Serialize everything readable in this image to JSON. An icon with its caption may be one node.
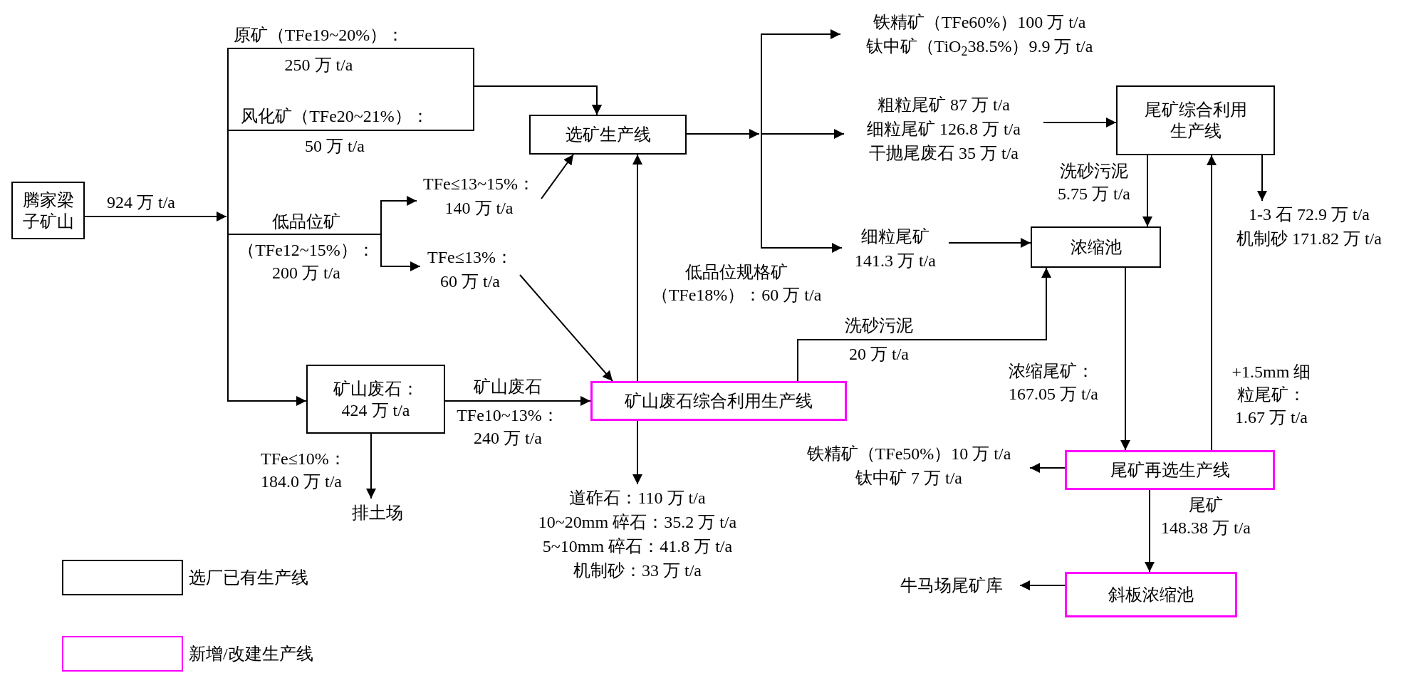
{
  "diagram": {
    "nodes": [
      {
        "text": [
          "腾家梁子矿山"
        ]
      },
      {
        "text": [
          "选矿生产线"
        ]
      },
      {
        "text": [
          "矿山废石：",
          "424 万 t/a"
        ]
      },
      {
        "text": [
          "矿山废石综合利用生产线"
        ]
      },
      {
        "text": [
          "尾矿综合利用生产线"
        ]
      },
      {
        "text": [
          "浓缩池"
        ]
      },
      {
        "text": [
          "尾矿再选生产线"
        ]
      },
      {
        "text": [
          "斜板浓缩池"
        ]
      },
      {
        "text": [
          "TFe≤13~15%：",
          "140 万 t/a"
        ]
      },
      {
        "text": [
          "TFe≤13%：",
          "60 万 t/a"
        ]
      },
      {
        "text": [
          "排土场"
        ]
      },
      {
        "text": [
          "道砟石：110 万 t/a",
          "10~20mm 碎石：35.2 万 t/a",
          "5~10mm 碎石：41.8 万 t/a",
          "机制砂：33 万 t/a"
        ]
      },
      {
        "text": [
          "铁精矿（TFe60%）100 万 t/a",
          "钛中矿（TiO$_{2}$38.5%）9.9 万 t/a"
        ]
      },
      {
        "text": [
          "粗粒尾矿 87 万 t/a",
          "细粒尾矿 126.8 万 t/a",
          "干抛尾废石 35 万 t/a"
        ]
      },
      {
        "text": [
          "细粒尾矿",
          "141.3 万 t/a"
        ]
      },
      {
        "text": [
          "1-3 石 72.9 万 t/a",
          "机制砂 171.82 万 t/a"
        ]
      },
      {
        "text": [
          "铁精矿（TFe50%）10 万 t/a",
          "钛中矿 7 万 t/a"
        ]
      },
      {
        "text": [
          "牛马场尾矿库"
        ]
      }
    ],
    "edges": [
      {
        "from": 0,
        "to": 1,
        "arrow": "to",
        "label": "原矿（TFe19~20%）：250 万 t/a"
      },
      {
        "from": 0,
        "to": 1,
        "arrow": "to",
        "label": "风化矿（TFe20~21%）：50 万 t/a"
      },
      {
        "from": 0,
        "to": 8,
        "arrow": "to",
        "label": "低品位矿（TFe12~15%）：200 万 t/a"
      },
      {
        "from": 0,
        "to": 9,
        "arrow": "to"
      },
      {
        "from": 0,
        "to": 2,
        "arrow": "to"
      },
      {
        "from": 8,
        "to": 1,
        "arrow": "to"
      },
      {
        "from": 9,
        "to": 3,
        "arrow": "to"
      },
      {
        "from": 3,
        "to": 1,
        "arrow": "to",
        "label": "低品位规格矿（TFe18%）：60 万 t/a"
      },
      {
        "from": 2,
        "to": 3,
        "arrow": "to",
        "label": "矿山废石 TFe10~13%：240 万 t/a"
      },
      {
        "from": 2,
        "to": 10,
        "arrow": "to",
        "label": "TFe≤10%：184.0 万 t/a"
      },
      {
        "from": 3,
        "to": 11,
        "arrow": "to"
      },
      {
        "from": 3,
        "to": 5,
        "arrow": "to",
        "label": "洗砂污泥 20 万 t/a"
      },
      {
        "from": 1,
        "to": 12,
        "arrow": "to"
      },
      {
        "from": 1,
        "to": 13,
        "arrow": "to"
      },
      {
        "from": 1,
        "to": 14,
        "arrow": "to"
      },
      {
        "from": 13,
        "to": 4,
        "arrow": "to"
      },
      {
        "from": 14,
        "to": 5,
        "arrow": "to"
      },
      {
        "from": 4,
        "to": 5,
        "arrow": "to",
        "label": "洗砂污泥 5.75 万 t/a"
      },
      {
        "from": 4,
        "to": 15,
        "arrow": "to"
      },
      {
        "from": 5,
        "to": 6,
        "arrow": "to",
        "label": "浓缩尾矿：167.05 万 t/a"
      },
      {
        "from": 6,
        "to": 4,
        "arrow": "to",
        "label": "+1.5mm 细粒尾矿：1.67 万 t/a"
      },
      {
        "from": 6,
        "to": 16,
        "arrow": "to"
      },
      {
        "from": 6,
        "to": 7,
        "arrow": "to",
        "label": "尾矿 148.38 万 t/a"
      },
      {
        "from": 7,
        "to": 17,
        "arrow": "to"
      }
    ],
    "labels": [
      "924 万 t/a"
    ],
    "legend": [
      {
        "text": "选厂已有生产线",
        "color": "#000000"
      },
      {
        "text": "新增/改建生产线",
        "color": "#ff00ff"
      }
    ]
  }
}
